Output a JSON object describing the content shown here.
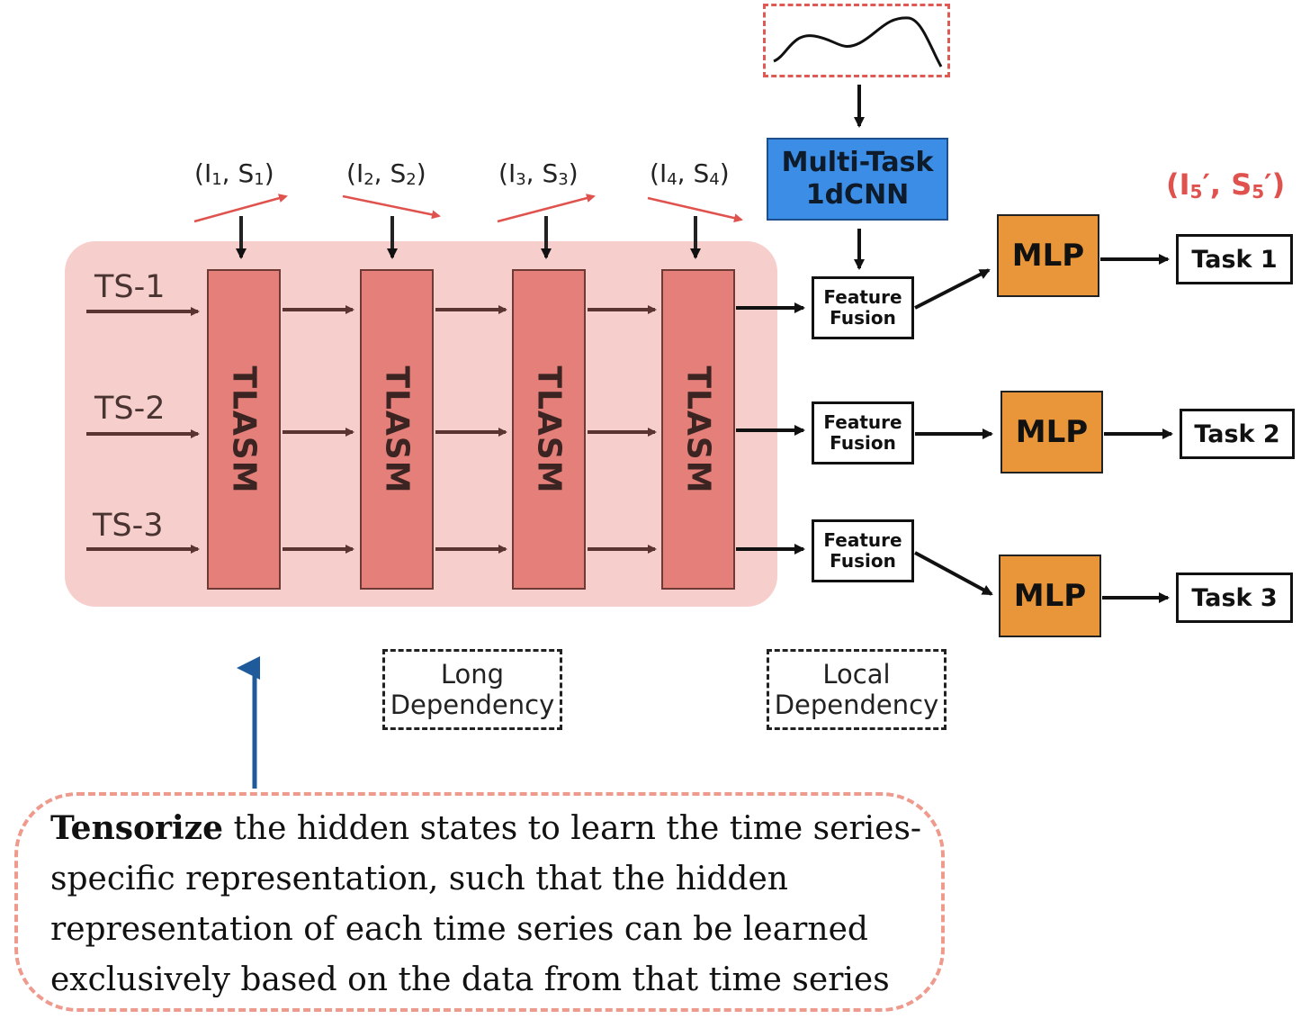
{
  "input_series": [
    "TS-1",
    "TS-2",
    "TS-3"
  ],
  "tlasm_label": "TLASM",
  "step_inputs": [
    {
      "a": "I",
      "a_sub": "1",
      "b": "S",
      "b_sub": "1"
    },
    {
      "a": "I",
      "a_sub": "2",
      "b": "S",
      "b_sub": "2"
    },
    {
      "a": "I",
      "a_sub": "3",
      "b": "S",
      "b_sub": "3"
    },
    {
      "a": "I",
      "a_sub": "4",
      "b": "S",
      "b_sub": "4"
    }
  ],
  "cnn": {
    "line1": "Multi-Task",
    "line2": "1dCNN"
  },
  "fusion": {
    "line1": "Feature",
    "line2": "Fusion"
  },
  "mlp_label": "MLP",
  "tasks": [
    "Task 1",
    "Task 2",
    "Task 3"
  ],
  "output": {
    "a": "I",
    "a_sub": "5",
    "b": "S",
    "b_sub": "5"
  },
  "dependencies": {
    "long": {
      "line1": "Long",
      "line2": "Dependency"
    },
    "local": {
      "line1": "Local",
      "line2": "Dependency"
    }
  },
  "note": {
    "bold": "Tensorize",
    "rest": " the hidden states to learn the time series-specific representation, such that the hidden representation of each time series can be learned exclusively based on the data from that time series"
  },
  "colors": {
    "panel": "#f6cfcd",
    "tlasm": "#e57f79",
    "cnn": "#3b8de6",
    "mlp": "#e9963a",
    "output_label": "#e0524d",
    "note_border": "#ee9a8d",
    "pointer_arrow": "#1f5a9a"
  }
}
